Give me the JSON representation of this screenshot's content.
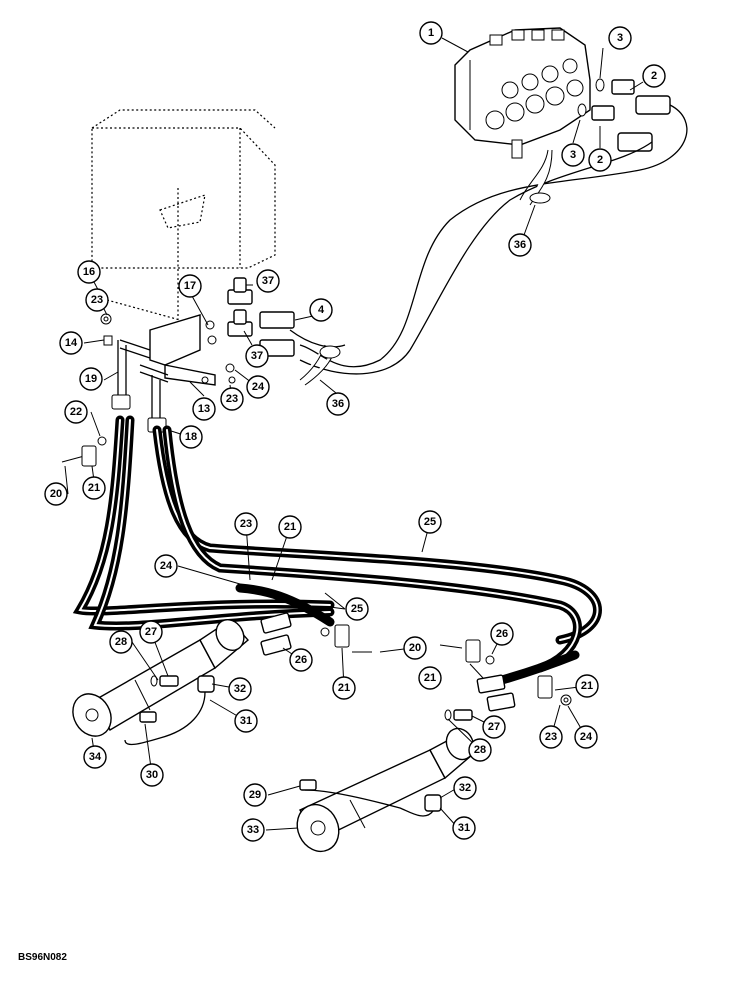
{
  "diagram_code": "BS96N082",
  "callouts": [
    {
      "id": "c1",
      "label": "1"
    },
    {
      "id": "c3a",
      "label": "3"
    },
    {
      "id": "c2a",
      "label": "2"
    },
    {
      "id": "c3b",
      "label": "3"
    },
    {
      "id": "c2b",
      "label": "2"
    },
    {
      "id": "c36a",
      "label": "36"
    },
    {
      "id": "c16",
      "label": "16"
    },
    {
      "id": "c17",
      "label": "17"
    },
    {
      "id": "c37a",
      "label": "37"
    },
    {
      "id": "c4",
      "label": "4"
    },
    {
      "id": "c23a",
      "label": "23"
    },
    {
      "id": "c14",
      "label": "14"
    },
    {
      "id": "c37b",
      "label": "37"
    },
    {
      "id": "c19",
      "label": "19"
    },
    {
      "id": "c13",
      "label": "13"
    },
    {
      "id": "c23b",
      "label": "23"
    },
    {
      "id": "c24a",
      "label": "24"
    },
    {
      "id": "c36b",
      "label": "36"
    },
    {
      "id": "c22",
      "label": "22"
    },
    {
      "id": "c18",
      "label": "18"
    },
    {
      "id": "c20a",
      "label": "20"
    },
    {
      "id": "c21a",
      "label": "21"
    },
    {
      "id": "c25a",
      "label": "25"
    },
    {
      "id": "c23c",
      "label": "23"
    },
    {
      "id": "c21b",
      "label": "21"
    },
    {
      "id": "c24b",
      "label": "24"
    },
    {
      "id": "c25b",
      "label": "25"
    },
    {
      "id": "c28a",
      "label": "28"
    },
    {
      "id": "c27a",
      "label": "27"
    },
    {
      "id": "c26a",
      "label": "26"
    },
    {
      "id": "c20b",
      "label": "20"
    },
    {
      "id": "c26b",
      "label": "26"
    },
    {
      "id": "c21c",
      "label": "21"
    },
    {
      "id": "c21d",
      "label": "21"
    },
    {
      "id": "c21e",
      "label": "21"
    },
    {
      "id": "c32a",
      "label": "32"
    },
    {
      "id": "c31a",
      "label": "31"
    },
    {
      "id": "c34",
      "label": "34"
    },
    {
      "id": "c30",
      "label": "30"
    },
    {
      "id": "c27b",
      "label": "27"
    },
    {
      "id": "c28b",
      "label": "28"
    },
    {
      "id": "c23d",
      "label": "23"
    },
    {
      "id": "c24c",
      "label": "24"
    },
    {
      "id": "c29",
      "label": "29"
    },
    {
      "id": "c32b",
      "label": "32"
    },
    {
      "id": "c33",
      "label": "33"
    },
    {
      "id": "c31b",
      "label": "31"
    }
  ]
}
